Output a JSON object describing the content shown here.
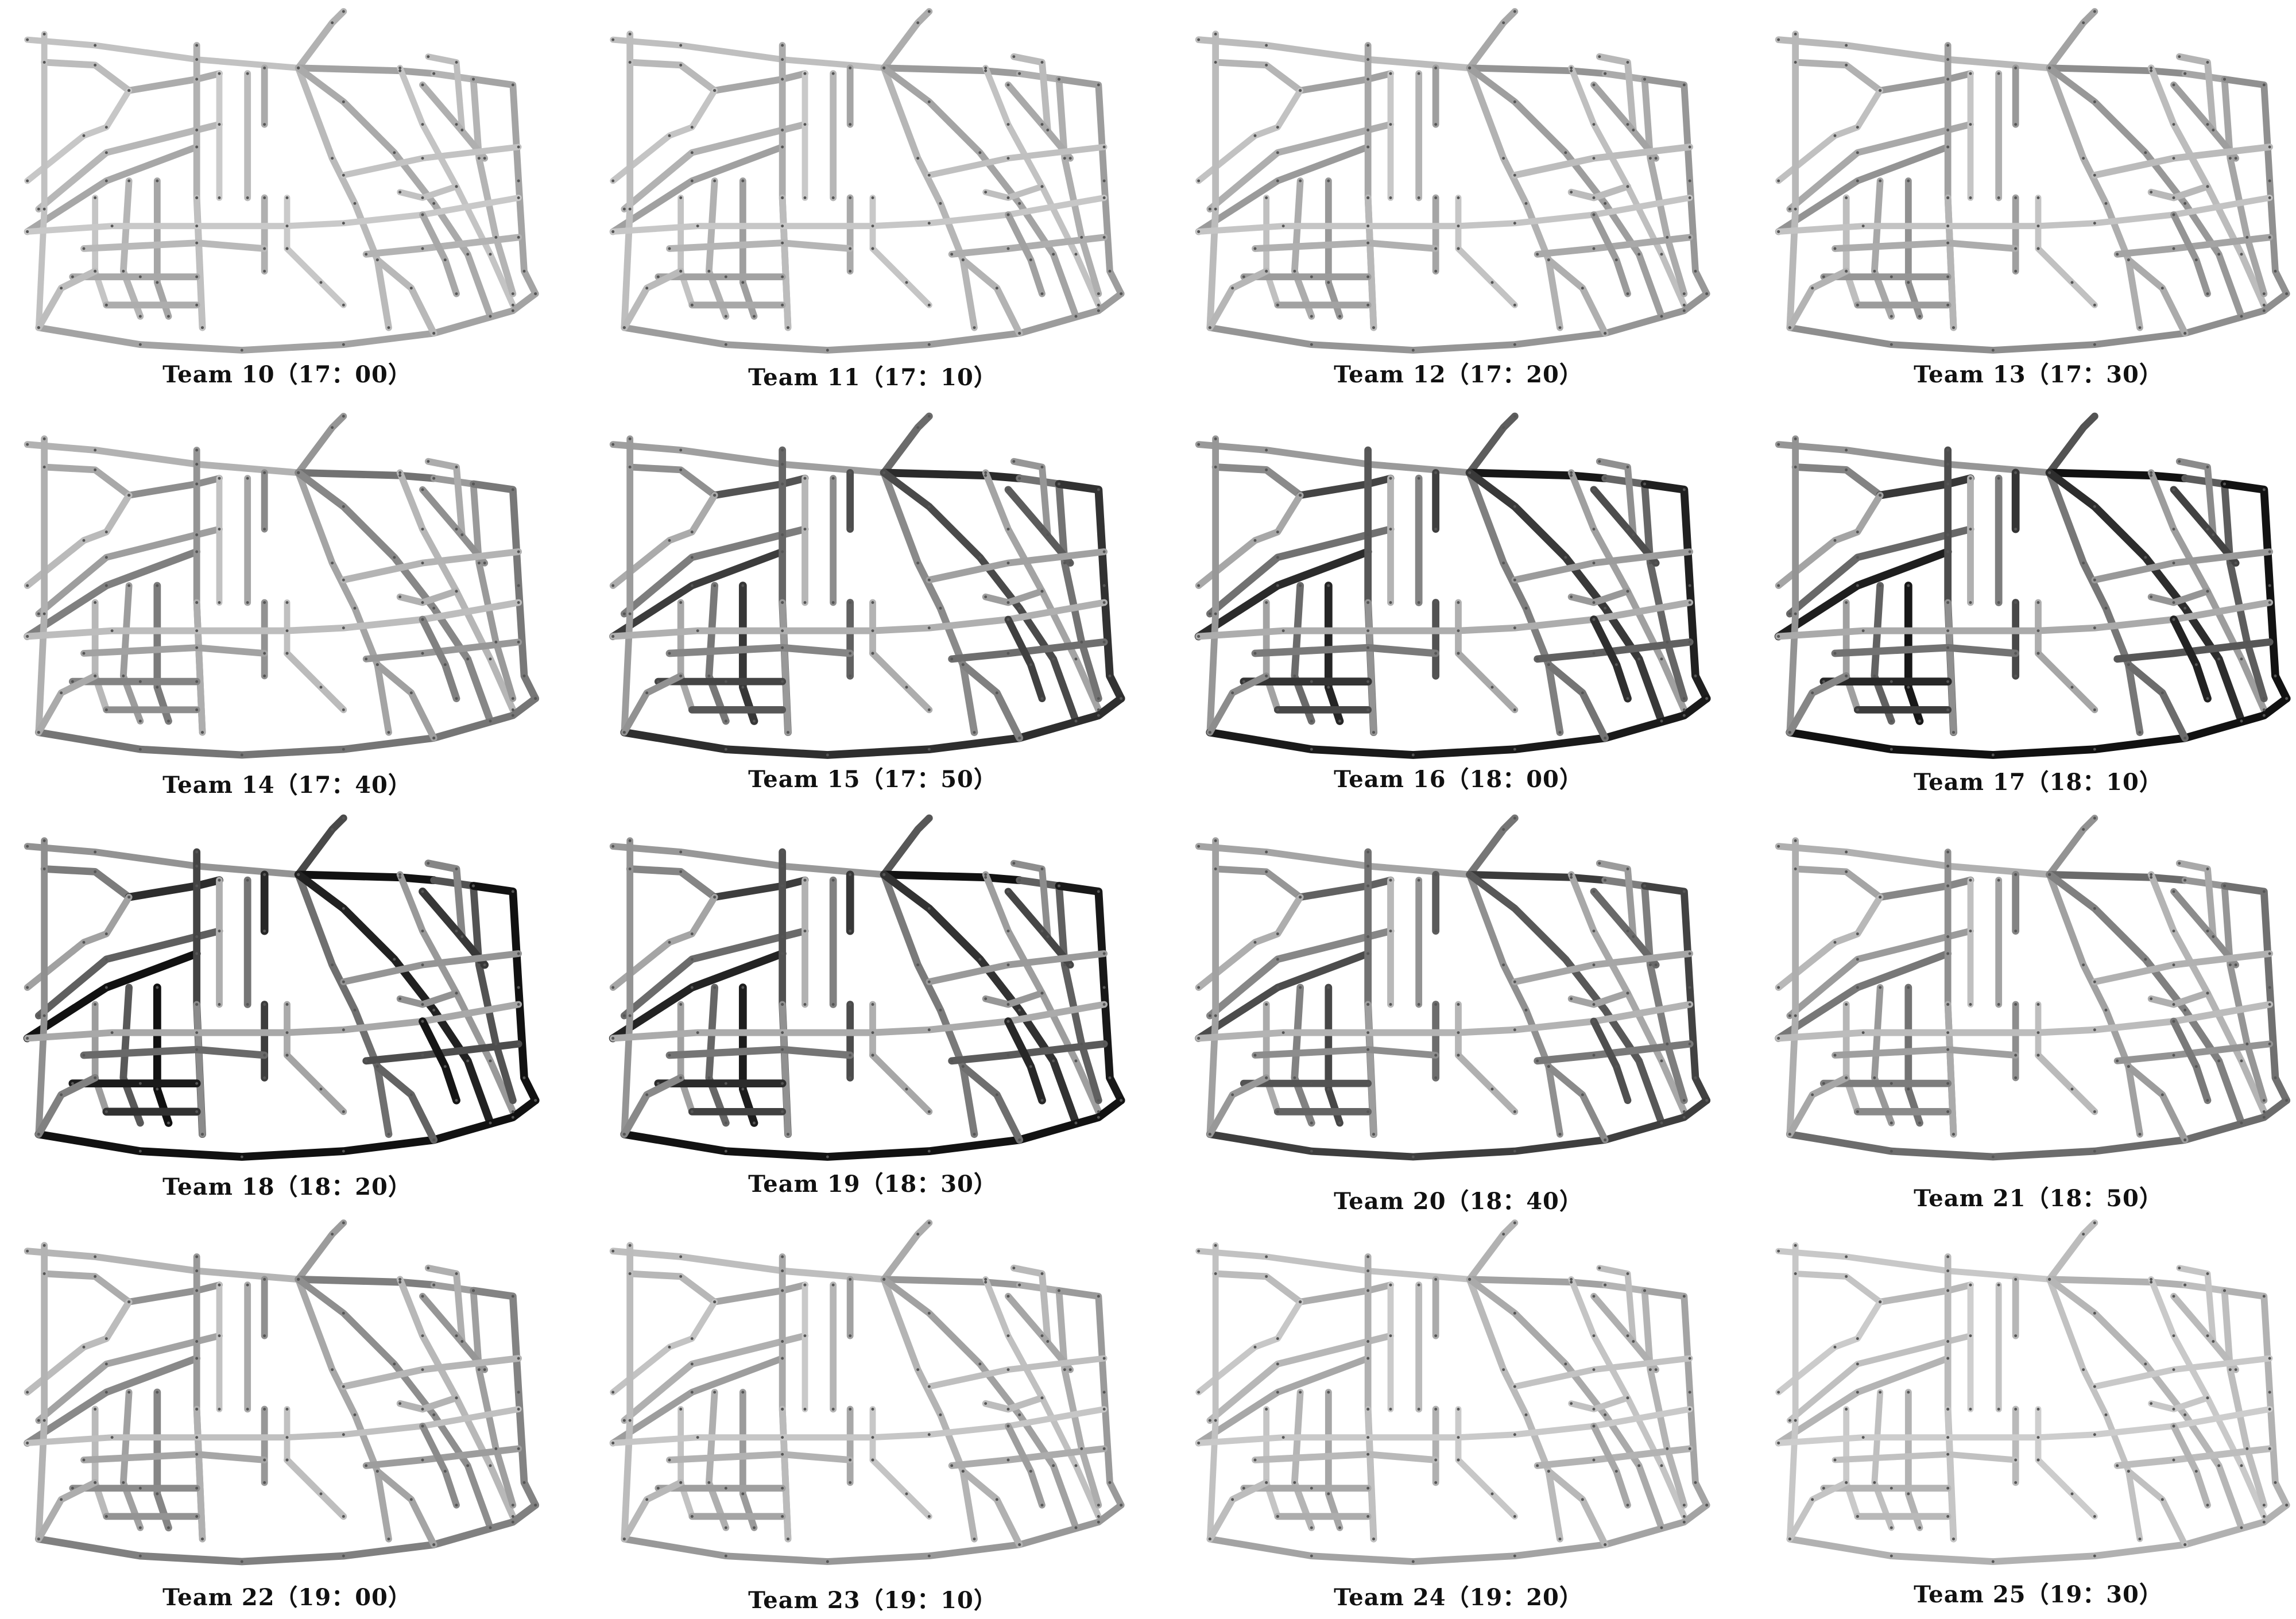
{
  "figure": {
    "panels": [
      {
        "label": "Team 10（17：00）",
        "intensity": 0.3
      },
      {
        "label": "Team 11（17：10）",
        "intensity": 0.34
      },
      {
        "label": "Team 12（17：20）",
        "intensity": 0.38
      },
      {
        "label": "Team 13（17：30）",
        "intensity": 0.42
      },
      {
        "label": "Team 14（17：40）",
        "intensity": 0.52
      },
      {
        "label": "Team 15（17：50）",
        "intensity": 0.78
      },
      {
        "label": "Team 16（18：00）",
        "intensity": 0.85
      },
      {
        "label": "Team 17（18：10）",
        "intensity": 0.9
      },
      {
        "label": "Team 18（18：20）",
        "intensity": 0.95
      },
      {
        "label": "Team 19（18：30）",
        "intensity": 0.88
      },
      {
        "label": "Team 20（18：40）",
        "intensity": 0.72
      },
      {
        "label": "Team 21（18：50）",
        "intensity": 0.55
      },
      {
        "label": "Team 22（19：00）",
        "intensity": 0.48
      },
      {
        "label": "Team 23（19：10）",
        "intensity": 0.36
      },
      {
        "label": "Team 24（19：20）",
        "intensity": 0.3
      },
      {
        "label": "Team 25（19：30）",
        "intensity": 0.22
      }
    ],
    "colors": {
      "background": "#ffffff",
      "low_flow": "#d8d8d8",
      "mid_flow": "#8a8a8a",
      "high_flow": "#111111",
      "node": "#555555",
      "caption": "#111111"
    }
  }
}
